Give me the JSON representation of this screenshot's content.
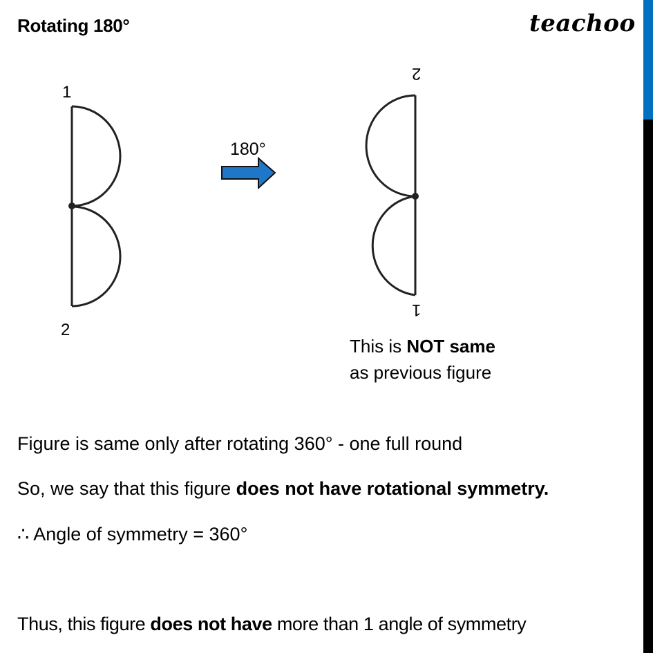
{
  "header": {
    "title": "Rotating 180°",
    "logo": "teachoo"
  },
  "colors": {
    "accent_blue": "#0070c0",
    "side_bar_blue": "#0070c0",
    "side_bar_black": "#000000",
    "arrow_fill": "#1f77c9",
    "stroke": "#222222"
  },
  "diagram": {
    "original_figure": {
      "top_label": "1",
      "bottom_label": "2"
    },
    "arrow": {
      "label": "180°",
      "icon": "right-arrow-icon"
    },
    "rotated_figure": {
      "top_label": "2",
      "bottom_label": "1"
    }
  },
  "note": {
    "prefix": "This is ",
    "bold": "NOT same",
    "line2": "as previous figure"
  },
  "body": {
    "line1": "Figure is same only after rotating 360° - one full round",
    "line2_prefix": "So, we say that this figure ",
    "line2_bold": "does not have rotational symmetry.",
    "line3": "∴ Angle of symmetry = 360°",
    "line4_prefix": "Thus, this figure ",
    "line4_bold": "does not have",
    "line4_suffix": " more than 1 angle of symmetry"
  }
}
